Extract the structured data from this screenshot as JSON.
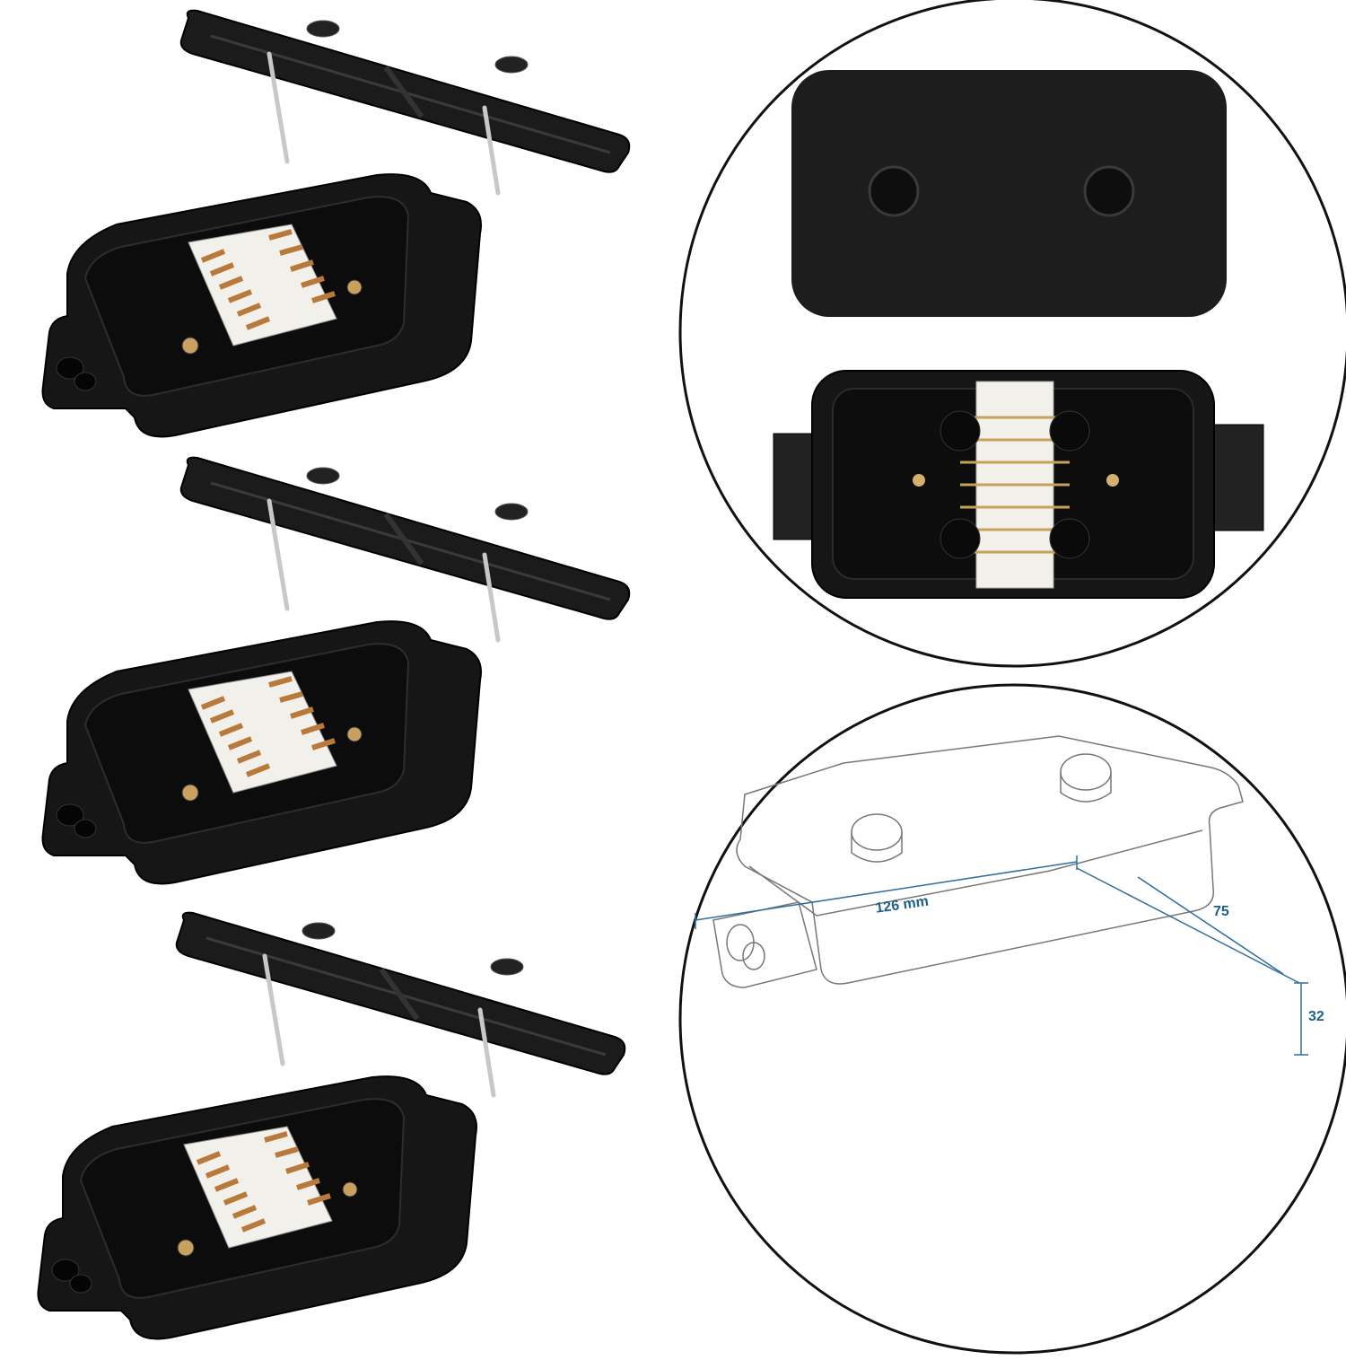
{
  "product": {
    "exploded_views_count": 3,
    "body_color": "#1a1a1a",
    "terminal_color": "#f2f0ea",
    "contact_color": "#b8793a"
  },
  "detail_photo": {
    "lid_buttons": 2,
    "terminal_pins_per_side": 7
  },
  "dimension_drawing": {
    "length_label": "126 mm",
    "width_label": "75",
    "height_label": "32",
    "line_color": "#2f6f9f"
  }
}
